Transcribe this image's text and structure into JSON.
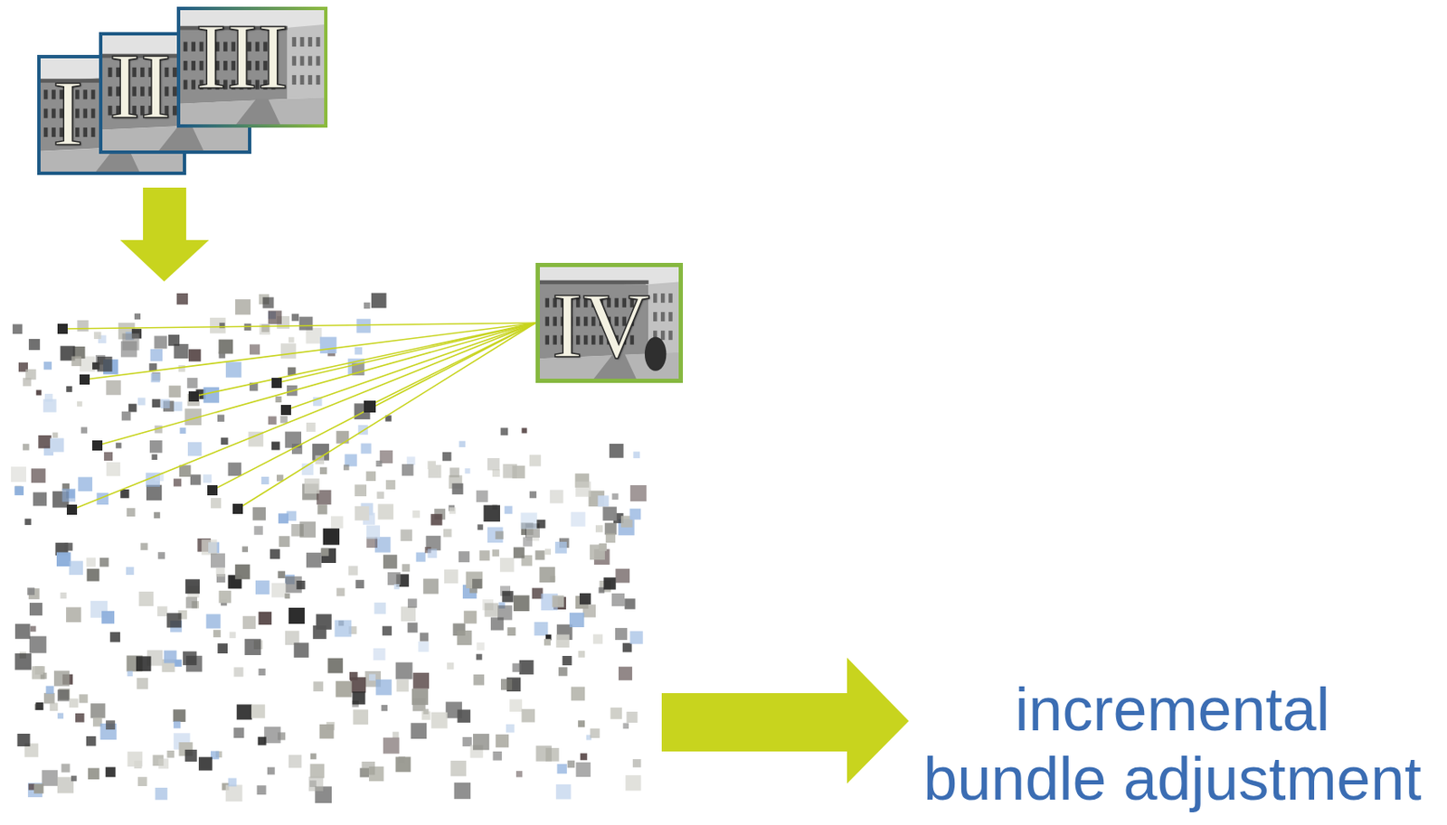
{
  "diagram": {
    "nodes": [
      {
        "text": [
          "I"
        ]
      },
      {
        "text": [
          "II"
        ]
      },
      {
        "text": [
          "III"
        ]
      },
      {
        "text": [
          "IV"
        ]
      }
    ],
    "labels": [
      "incremental bundle adjustment"
    ]
  }
}
